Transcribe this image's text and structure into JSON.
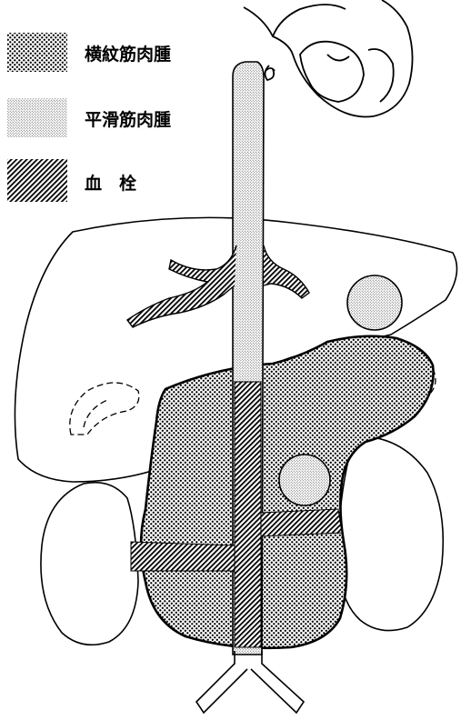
{
  "legend": {
    "items": [
      {
        "key": "rhabdomyosarcoma",
        "label": "横紋筋肉腫",
        "pattern": "coarse-dots"
      },
      {
        "key": "leiomyosarcoma",
        "label": "平滑筋肉腫",
        "pattern": "fine-dots"
      },
      {
        "key": "thrombus",
        "label": "血　栓",
        "pattern": "diagonal-hatch"
      }
    ]
  },
  "colors": {
    "ink": "#000000",
    "paper": "#ffffff",
    "fine_dot": "#8a8a8a"
  }
}
